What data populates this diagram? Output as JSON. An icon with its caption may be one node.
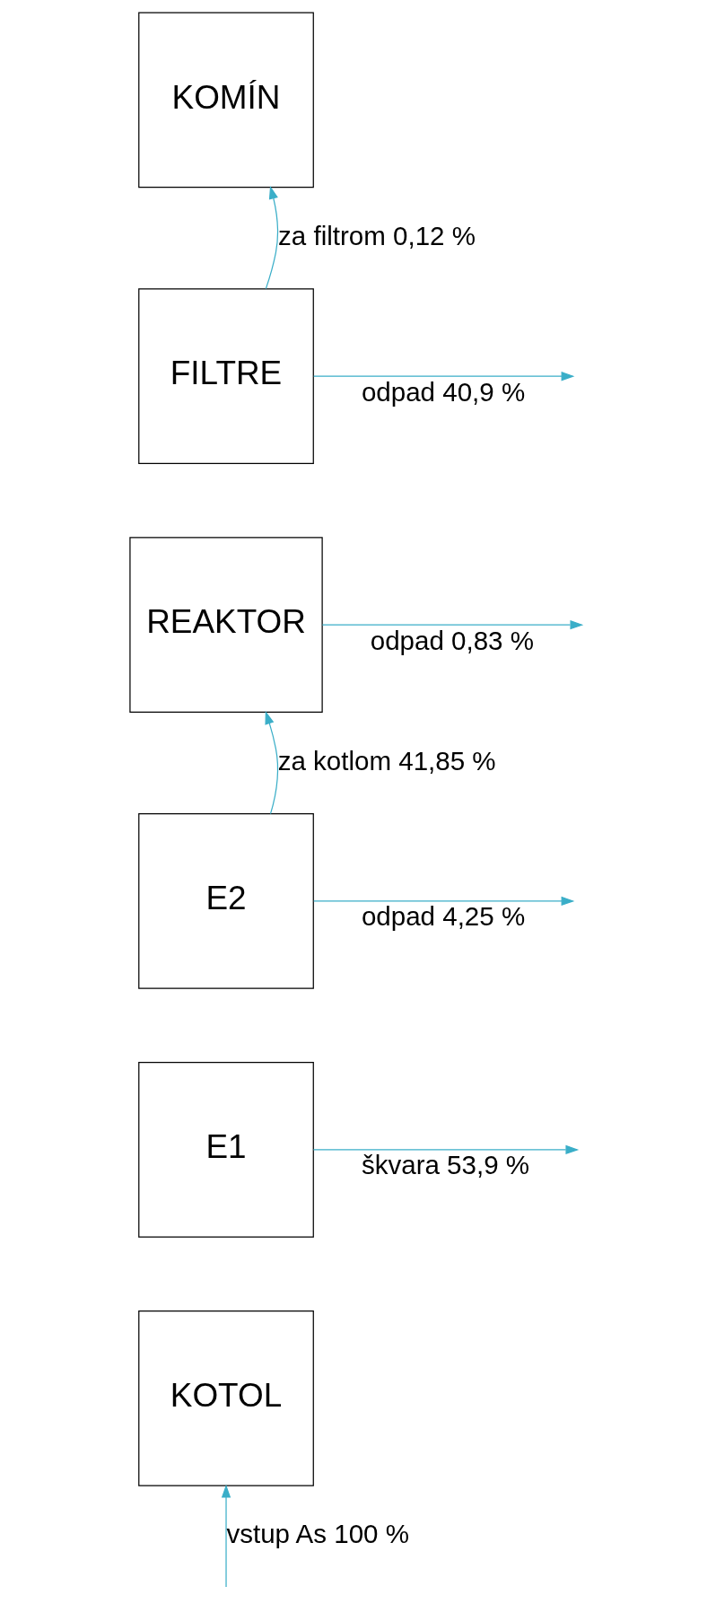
{
  "diagram": {
    "nodes": [
      {
        "text": [
          "KOTOL"
        ]
      },
      {
        "text": [
          "E1"
        ]
      },
      {
        "text": [
          "E2"
        ]
      },
      {
        "text": [
          "REAKTOR"
        ]
      },
      {
        "text": [
          "FILTRE"
        ]
      },
      {
        "text": [
          "KOMÍN"
        ]
      }
    ],
    "edges": [
      {
        "from": null,
        "to": 0,
        "arrow": "to",
        "label": "vstup As 100 %"
      },
      {
        "from": 1,
        "to": null,
        "arrow": "to",
        "label": "škvara 53,9 %"
      },
      {
        "from": 2,
        "to": null,
        "arrow": "to",
        "label": "odpad 4,25 %"
      },
      {
        "from": 2,
        "to": 3,
        "arrow": "to",
        "label": "za kotlom 41,85 %"
      },
      {
        "from": 3,
        "to": null,
        "arrow": "to",
        "label": "odpad 0,83 %"
      },
      {
        "from": 4,
        "to": null,
        "arrow": "to",
        "label": "odpad 40,9 %"
      },
      {
        "from": 4,
        "to": 5,
        "arrow": "to",
        "label": "za filtrom 0,12 %"
      }
    ]
  }
}
